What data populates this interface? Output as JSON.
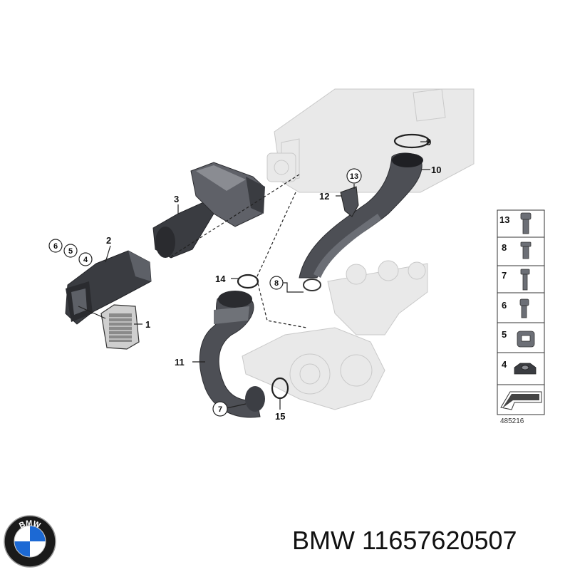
{
  "diagram": {
    "callouts": {
      "c1": "1",
      "c2": "2",
      "c3": "3",
      "c4": "4",
      "c5": "5",
      "c6": "6",
      "c7": "7",
      "c8": "8",
      "c9": "9",
      "c10": "10",
      "c11": "11",
      "c12": "12",
      "c13": "13",
      "c14": "14",
      "c15": "15"
    },
    "legend": {
      "items": [
        "13",
        "8",
        "7",
        "6",
        "5",
        "4"
      ],
      "reference_number": "485216"
    }
  },
  "logo": {
    "letters": "BMW",
    "colors": {
      "ring": "#1a1a1a",
      "blue": "#1c69d4",
      "white": "#ffffff"
    }
  },
  "caption": "BMW 11657620507"
}
